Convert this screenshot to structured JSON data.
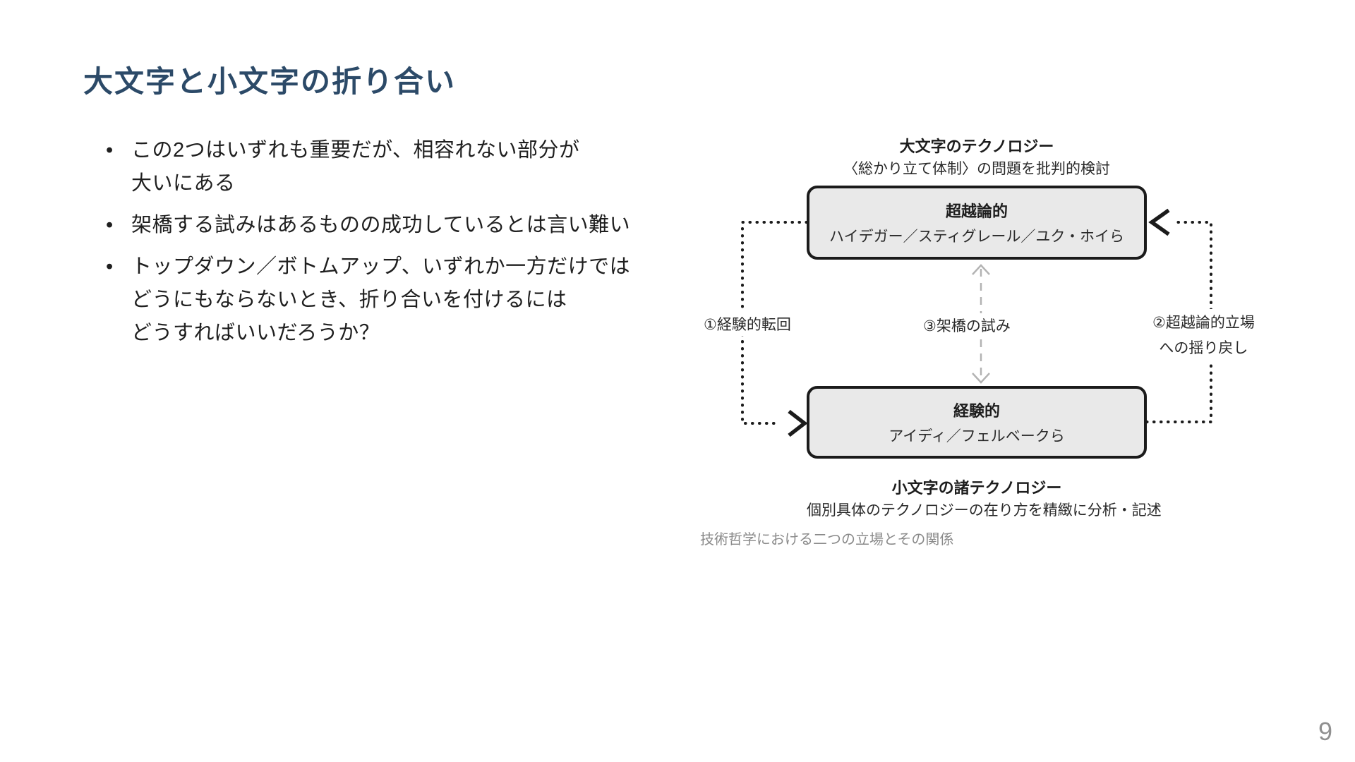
{
  "slide": {
    "title": "大文字と小文字の折り合い",
    "page_number": "9",
    "bullet_marker": "•",
    "bullets": [
      {
        "lines": [
          "この2つはいずれも重要だが、相容れない部分が",
          "大いにある"
        ]
      },
      {
        "lines": [
          "架橋する試みはあるものの成功しているとは言い難い"
        ]
      },
      {
        "lines": [
          "トップダウン／ボトムアップ、いずれか一方だけでは",
          "どうにもならないとき、折り合いを付けるには",
          "どうすればいいだろうか？"
        ]
      }
    ]
  },
  "diagram": {
    "top_label_title": "大文字のテクノロジー",
    "top_label_desc": "〈総かり立て体制〉の問題を批判的検討",
    "top_box": {
      "title": "超越論的",
      "subtitle": "ハイデガー／スティグレール／ユク・ホイら"
    },
    "bottom_box": {
      "title": "経験的",
      "subtitle": "アイディ／フェルベークら"
    },
    "bottom_label_title": "小文字の諸テクノロジー",
    "bottom_label_desc": "個別具体のテクノロジーの在り方を精緻に分析・記述",
    "arrow_labels": {
      "left": "①経験的転回",
      "center": "③架橋の試み",
      "right_line1": "②超越論的立場",
      "right_line2": "への揺り戻し"
    },
    "caption": "技術哲学における二つの立場とその関係"
  },
  "colors": {
    "title": "#2c4a68",
    "body_text": "#1f1f1f",
    "box_fill": "#e9e9e9",
    "box_border": "#1b1b1b",
    "dotted_arrow": "#1b1b1b",
    "dashed_arrow": "#b3b3b3",
    "caption_gray": "#8a8a8a",
    "page_number_gray": "#909090"
  }
}
